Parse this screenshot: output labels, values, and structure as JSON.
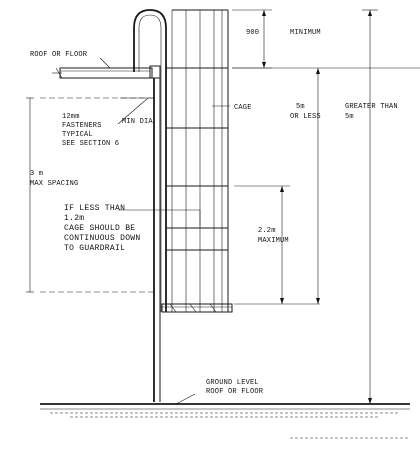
{
  "labels": {
    "roof_or_floor": "ROOF OR FLOOR",
    "min_900": "900",
    "minimum": "MINIMUM",
    "cage": "CAGE",
    "five_m": "5m",
    "or_less": "OR LESS",
    "greater_than": "GREATER THAN",
    "greater_5m": "5m",
    "fasteners_1": "12mm",
    "fasteners_2": "FASTENERS",
    "fasteners_3": "TYPICAL",
    "fasteners_4": "SEE SECTION 6",
    "min_dia": "MIN DIA",
    "spacing_1": "3 m",
    "spacing_2": "MAX SPACING",
    "note_1": "IF LESS THAN",
    "note_2": "1.2m",
    "note_3": "CAGE SHOULD BE",
    "note_4": "CONTINUOUS DOWN",
    "note_5": "TO GUARDRAIL",
    "max_1": "2.2m",
    "max_2": "MAXIMUM",
    "ground_1": "GROUND LEVEL",
    "ground_2": "ROOF OR FLOOR"
  }
}
